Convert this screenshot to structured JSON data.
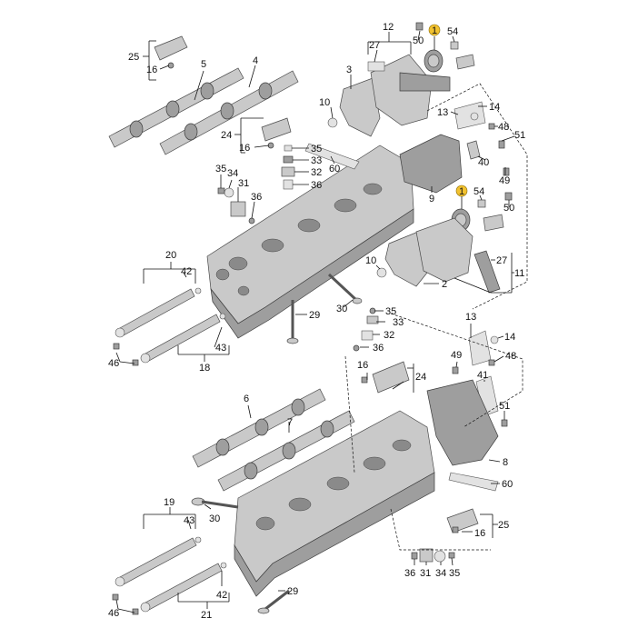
{
  "labels": {
    "l1a": "1",
    "l1b": "1",
    "l2": "2",
    "l3": "3",
    "l4": "4",
    "l5": "5",
    "l6": "6",
    "l7": "7",
    "l8": "8",
    "l9": "9",
    "l10a": "10",
    "l10b": "10",
    "l11": "11",
    "l12": "12",
    "l13a": "13",
    "l13b": "13",
    "l14a": "14",
    "l14b": "14",
    "l16a": "16",
    "l16b": "16",
    "l16c": "16",
    "l16d": "16",
    "l18": "18",
    "l19": "19",
    "l20": "20",
    "l21": "21",
    "l24a": "24",
    "l24b": "24",
    "l25a": "25",
    "l25b": "25",
    "l27a": "27",
    "l27b": "27",
    "l29a": "29",
    "l29b": "29",
    "l30a": "30",
    "l30b": "30",
    "l31a": "31",
    "l31b": "31",
    "l32a": "32",
    "l32b": "32",
    "l33a": "33",
    "l33b": "33",
    "l34a": "34",
    "l34b": "34",
    "l35a": "35",
    "l35b": "35",
    "l35c": "35",
    "l35d": "35",
    "l36a": "36",
    "l36b": "36",
    "l36c": "36",
    "l36d": "36",
    "l40": "40",
    "l41": "41",
    "l42a": "42",
    "l42b": "42",
    "l43a": "43",
    "l43b": "43",
    "l46a": "46",
    "l46b": "46",
    "l48a": "48",
    "l48b": "48",
    "l49a": "49",
    "l49b": "49",
    "l50a": "50",
    "l50b": "50",
    "l51a": "51",
    "l51b": "51",
    "l54a": "54",
    "l54b": "54",
    "l60a": "60",
    "l60b": "60"
  },
  "colors": {
    "highlight_badge": "#f2c230",
    "part_fill": "#c9c9c9",
    "outline": "#4a4a4a"
  }
}
